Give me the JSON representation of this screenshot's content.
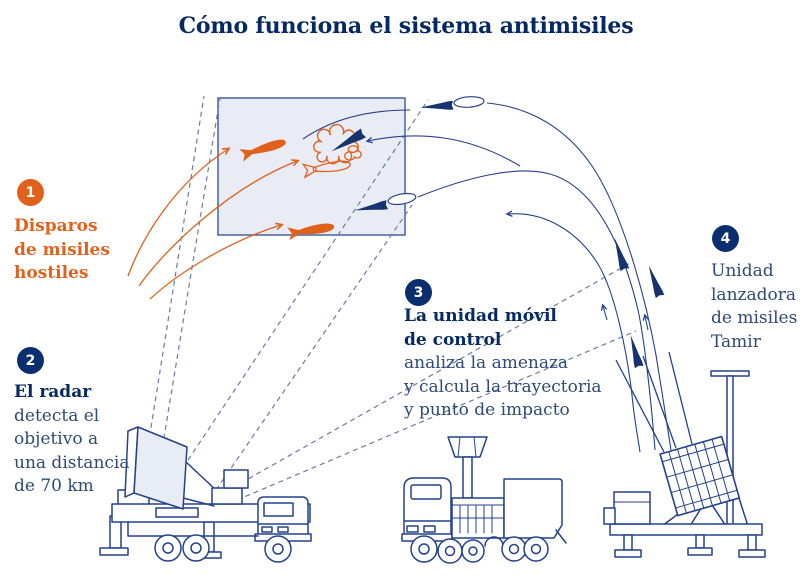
{
  "title": "Cómo funciona el sistema antimisiles",
  "steps": [
    {
      "number": "1",
      "title_lines": [
        "Disparos",
        "de misiles",
        "hostiles"
      ],
      "body_lines": []
    },
    {
      "number": "2",
      "title_lines": [
        "El radar"
      ],
      "body_lines": [
        "detecta el",
        "objetivo a",
        "una distancia",
        "de 70 km"
      ]
    },
    {
      "number": "3",
      "title_lines": [
        "La unidad móvil",
        "de control"
      ],
      "body_lines": [
        "analiza la amenaza",
        "y calcula la trayectoria",
        "y punto de impacto"
      ]
    },
    {
      "number": "4",
      "title_lines": [],
      "body_lines": [
        "Unidad",
        "lanzadora",
        "de misiles",
        "Tamir"
      ]
    }
  ],
  "colors": {
    "navy": "#052962",
    "diagram_line_blue": "#24418c",
    "dashed_beam_blue": "#6b7ba8",
    "hostile_orange": "#e0611c",
    "interception_box_fill": "#e9ecf4",
    "body_text_blue": "#2e4a77"
  },
  "icons": {
    "step_markers": [
      "numbered-circle-1",
      "numbered-circle-2",
      "numbered-circle-3",
      "numbered-circle-4"
    ],
    "hostile_missile": "orange-missile-silhouette",
    "interceptor_missile": "blue-dart-missile",
    "explosion": "orange-outline-burst-cloud",
    "radar_vehicle": "radar-truck-line-art",
    "control_vehicle": "control-unit-truck-line-art",
    "launcher_vehicle": "tamir-launcher-line-art"
  }
}
